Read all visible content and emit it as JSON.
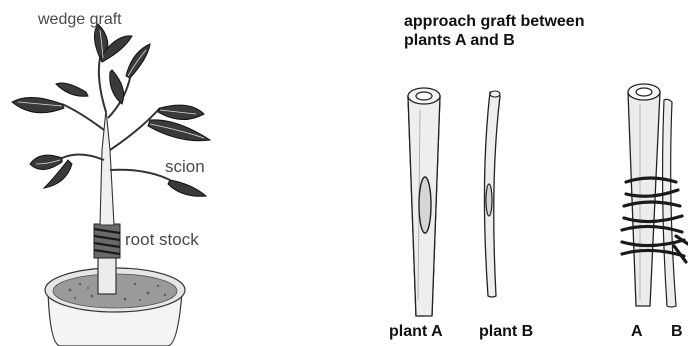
{
  "left_panel": {
    "title": "wedge graft",
    "label_scion": "scion",
    "label_rootstock": "root stock"
  },
  "right_panel": {
    "title_line1": "approach graft between",
    "title_line2": "plants A and B",
    "label_plant_a": "plant A",
    "label_plant_b": "plant B",
    "label_a": "A",
    "label_b": "B"
  },
  "colors": {
    "ink": "#1a1a1a",
    "label_gray": "#4a4a4a",
    "leaf_dark": "#3a3a3a",
    "stem_light": "#e8e8e8",
    "soil": "#9a9a9a"
  }
}
